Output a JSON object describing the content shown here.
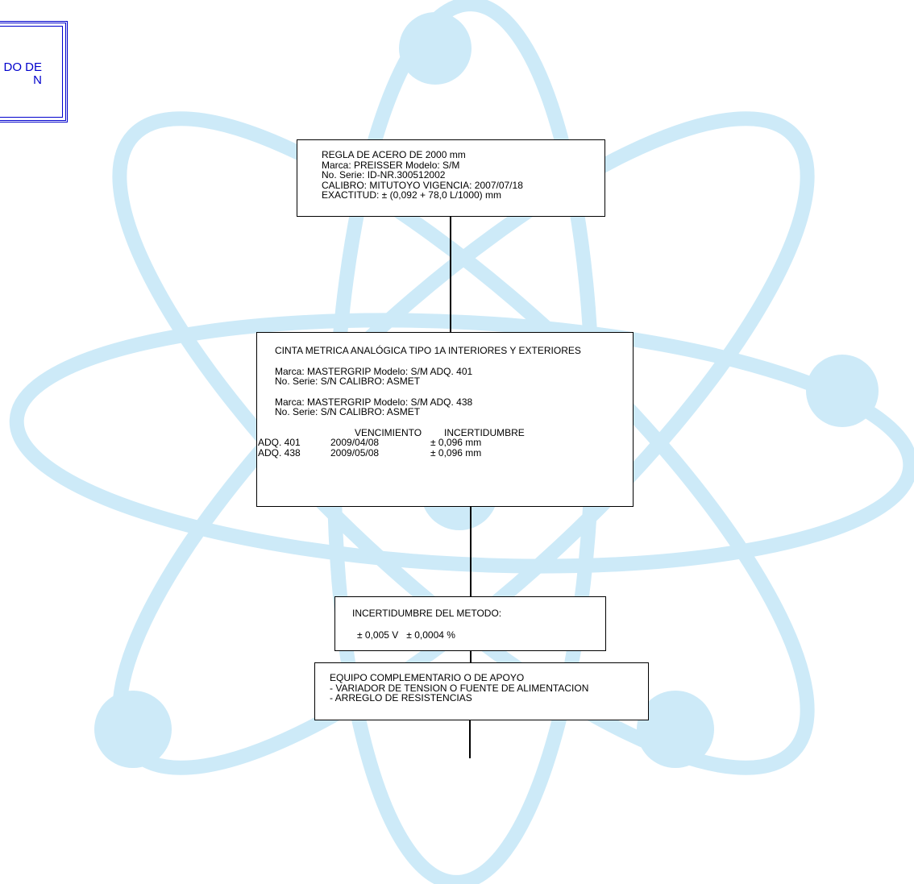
{
  "title_fragment": "DO DE\nN",
  "box_regla": {
    "lines": [
      "REGLA DE ACERO DE 2000 mm",
      "Marca: PREISSER Modelo: S/M",
      "No. Serie: ID-NR.300512002",
      "CALIBRO: MITUTOYO VIGENCIA: 2007/07/18",
      "EXACTITUD: ± (0,092 + 78,0 L/1000) mm"
    ]
  },
  "box_cinta": {
    "heading": "CINTA METRICA ANALÓGICA TIPO 1A INTERIORES Y EXTERIORES",
    "group1_line1": "Marca: MASTERGRIP Modelo: S/M ADQ. 401",
    "group1_line2": "No. Serie: S/N CALIBRO: ASMET",
    "group2_line1": "Marca: MASTERGRIP Modelo: S/M ADQ. 438",
    "group2_line2": "No. Serie: S/N CALIBRO: ASMET",
    "col_vencimiento": "VENCIMIENTO",
    "col_incertidumbre": "INCERTIDUMBRE",
    "rows": [
      {
        "adq": "ADQ. 401",
        "vencimiento": "2009/04/08",
        "incertidumbre": "± 0,096 mm"
      },
      {
        "adq": "ADQ. 438",
        "vencimiento": "2009/05/08",
        "incertidumbre": "± 0,096 mm"
      }
    ]
  },
  "box_equipo": {
    "lines": [
      "EQUIPO COMPLEMENTARIO O DE APOYO",
      "- VARIADOR DE TENSION O FUENTE DE ALIMENTACION",
      "- ARREGLO DE RESISTENCIAS"
    ]
  },
  "box_incertidumbre": {
    "title": "INCERTIDUMBRE DEL METODO:",
    "values": "± 0,005 V   ± 0,0004 %"
  },
  "colors": {
    "atom": "#cdeaf8",
    "title_border": "#0000cc",
    "box_border": "#000000"
  }
}
